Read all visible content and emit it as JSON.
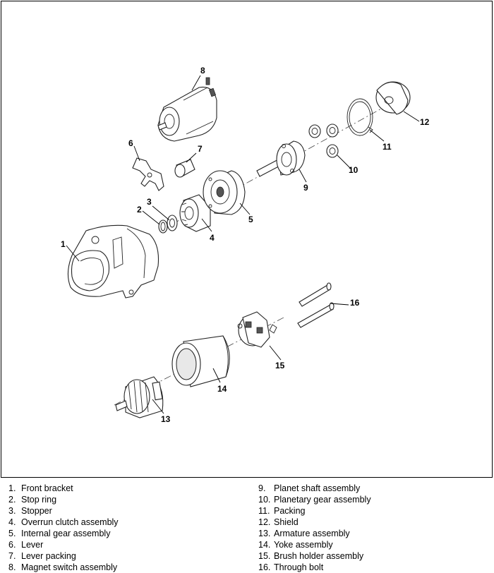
{
  "legend": {
    "left": [
      {
        "num": "1.",
        "text": "Front bracket"
      },
      {
        "num": "2.",
        "text": "Stop ring"
      },
      {
        "num": "3.",
        "text": "Stopper"
      },
      {
        "num": "4.",
        "text": "Overrun clutch assembly"
      },
      {
        "num": "5.",
        "text": "Internal gear assembly"
      },
      {
        "num": "6.",
        "text": "Lever"
      },
      {
        "num": "7.",
        "text": "Lever packing"
      },
      {
        "num": "8.",
        "text": "Magnet switch assembly"
      }
    ],
    "right": [
      {
        "num": "9.",
        "text": "Planet shaft assembly"
      },
      {
        "num": "10.",
        "text": "Planetary gear assembly"
      },
      {
        "num": "11.",
        "text": "Packing"
      },
      {
        "num": "12.",
        "text": "Shield"
      },
      {
        "num": "13.",
        "text": "Armature assembly"
      },
      {
        "num": "14.",
        "text": "Yoke assembly"
      },
      {
        "num": "15.",
        "text": "Brush holder assembly"
      },
      {
        "num": "16.",
        "text": "Through bolt"
      }
    ]
  },
  "callouts": [
    "1",
    "2",
    "3",
    "4",
    "5",
    "6",
    "7",
    "8",
    "9",
    "10",
    "11",
    "12",
    "13",
    "14",
    "15",
    "16"
  ]
}
